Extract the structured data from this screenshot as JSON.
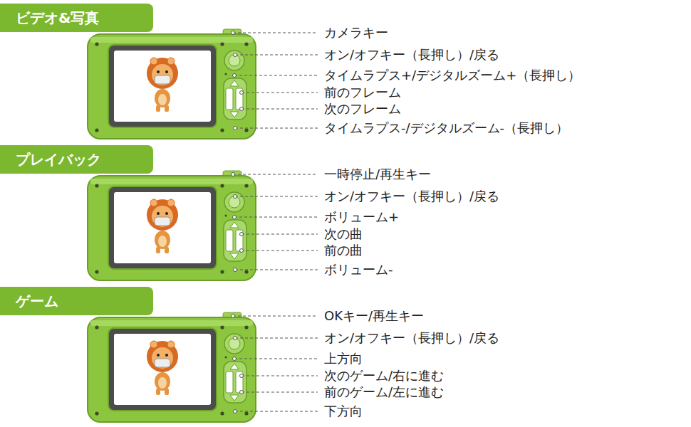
{
  "diagram": {
    "nodes": [
      {
        "text": [
          "ビデオ&写真"
        ]
      },
      {
        "text": [
          "プレイバック"
        ]
      },
      {
        "text": [
          "ゲーム"
        ]
      }
    ],
    "labels": [
      "カメラキー",
      "オン/オフキー（長押し）/戻る",
      "タイムラプス+/デジタルズーム+（長押し）",
      "前のフレーム",
      "次のフレーム",
      "タイムラプス-/デジタルズーム-（長押し）",
      "一時停止/再生キー",
      "オン/オフキー（長押し）/戻る",
      "ボリューム+",
      "次の曲",
      "前の曲",
      "ボリューム-",
      "OKキー/再生キー",
      "オン/オフキー（長押し）/戻る",
      "上方向",
      "次のゲーム/右に進む",
      "前のゲーム/左に進む",
      "下方向"
    ]
  }
}
